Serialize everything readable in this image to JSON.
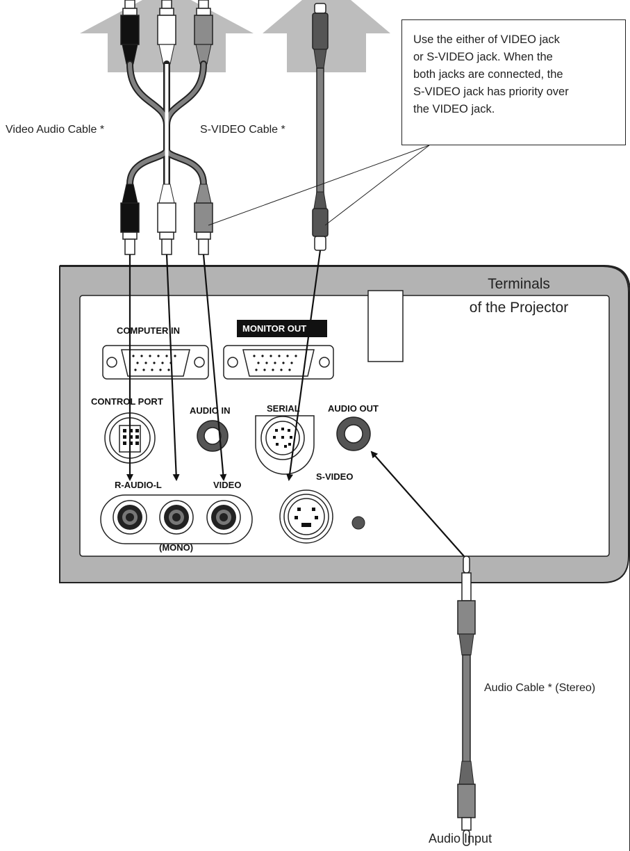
{
  "labels": {
    "video_audio_cable": "Video Audio Cable *",
    "s_video_cable": "S-VIDEO Cable *",
    "terminals_title": "Terminals\nof the Projector",
    "audio_cable": "Audio Cable * (Stereo)",
    "audio_input": "Audio Input"
  },
  "note": "Use the either of VIDEO jack\nor S-VIDEO jack.  When the\nboth jacks are connected, the\nS-VIDEO jack has priority over\nthe VIDEO jack.",
  "panel": {
    "computer_in": "COMPUTER IN",
    "monitor_out": "MONITOR OUT",
    "control_port": "CONTROL PORT",
    "audio_in": "AUDIO IN",
    "serial": "SERIAL",
    "audio_out": "AUDIO OUT",
    "r_audio_l": "R-AUDIO-L",
    "video": "VIDEO",
    "s_video": "S-VIDEO",
    "mono": "(MONO)"
  },
  "colors": {
    "arrow_fill": "#bdbdbd",
    "panel_frame": "#b3b3b3",
    "plug_black": "#111111",
    "plug_white": "#ffffff",
    "plug_gray": "#8c8c8c"
  }
}
